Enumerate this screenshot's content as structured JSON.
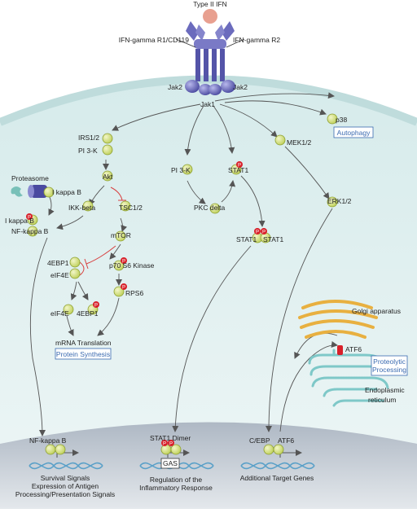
{
  "labels": {
    "ligand": "Type II IFN",
    "receptor_r1": "IFN-gamma R1/CD119",
    "receptor_r2": "IFN-gamma R2",
    "jak2_left": "Jak2",
    "jak2_right": "Jak2",
    "jak1": "Jak1",
    "irs": "IRS1/2",
    "pi3k_left": "PI 3-K",
    "akt": "Akt",
    "proteasome": "Proteasome",
    "ikappab_proteasome": "I kappa B",
    "ikk_beta": "IKK-beta",
    "ikappab": "I kappa B",
    "nfkappab_cyto": "NF-kappa B",
    "tsc": "TSC1/2",
    "mtor": "mTOR",
    "4ebp1_a": "4EBP1",
    "eif4e_a": "eIF4E",
    "p70s6k": "p70 S6 Kinase",
    "eif4e_b": "eIF4E",
    "4ebp1_b": "4EBP1",
    "rps6": "RPS6",
    "mrna_translation": "mRNA Translation",
    "protein_synthesis": "Protein Synthesis",
    "pi3k_mid": "PI 3-K",
    "stat1_mono": "STAT1",
    "pkc_delta": "PKC delta",
    "stat1_dimer_a": "STAT1",
    "stat1_dimer_b": "STAT1",
    "p38": "p38",
    "autophagy": "Autophagy",
    "mek": "MEK1/2",
    "erk": "ERK1/2",
    "golgi": "Golgi apparatus",
    "proteolytic": "Proteolytic",
    "processing": "Processing",
    "atf6_er": "ATF6",
    "er_line1": "Endoplasmic",
    "er_line2": "reticulum",
    "nfkappab_nuc": "NF-kappa B",
    "survival_1": "Survival Signals",
    "survival_2": "Expression of Antigen",
    "survival_3": "Processing/Presentation Signals",
    "stat1_dimer_nuc": "STAT1 Dimer",
    "gas": "GAS",
    "regulation_1": "Regulation of the",
    "regulation_2": "Inflammatory Response",
    "cebp": "C/EBP",
    "atf6_nuc": "ATF6",
    "additional": "Additional Target Genes",
    "phospho": "P"
  },
  "colors": {
    "cytoplasm": "#e6f2f2",
    "nucleus": "#c9cfd6",
    "membrane": "#c3dede",
    "receptor": "#6b6bbd",
    "jak": "#5c5cb0",
    "node_fill": "#c8d668",
    "node_stroke": "#8ea030",
    "phospho": "#d8202a",
    "ligand": "#e8a090",
    "arrow": "#555555",
    "inhibit": "#d84040",
    "golgi": "#e8b040",
    "er": "#7ec8c8",
    "dna": "#5aa0c8"
  }
}
